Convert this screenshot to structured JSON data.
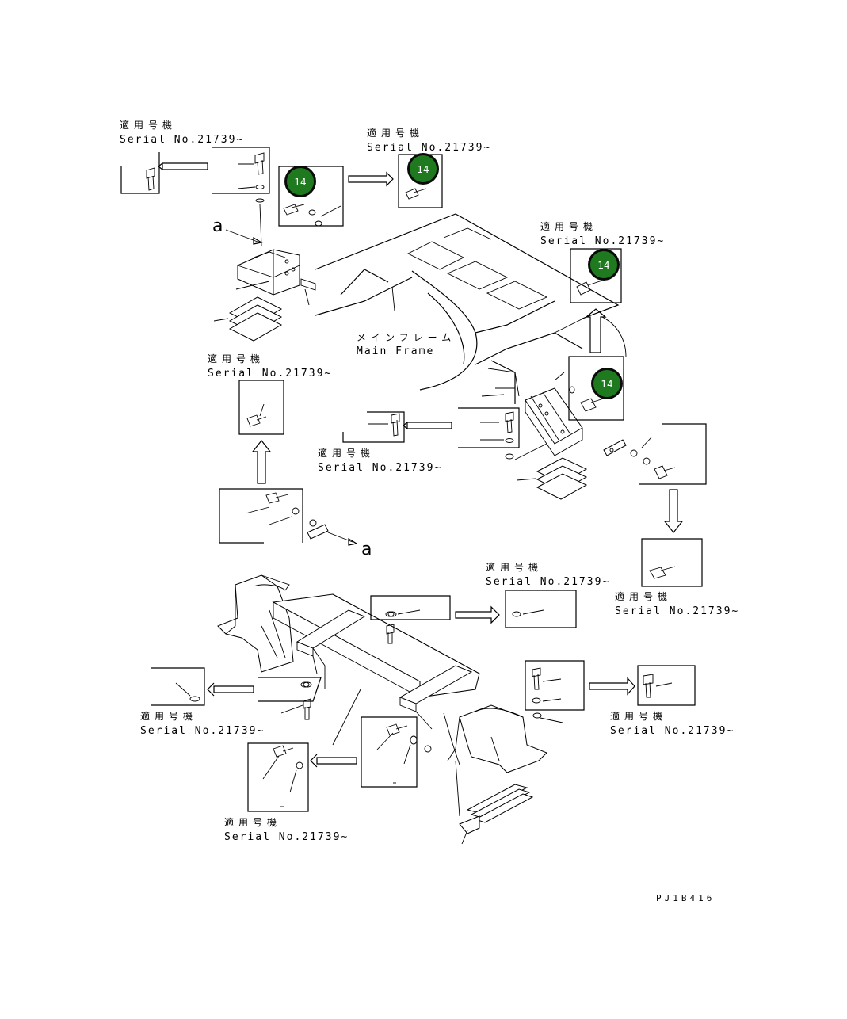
{
  "applicability_label_jp": "適用号機",
  "applicability_label_en": "Serial No.21739~",
  "main_frame_jp": "メインフレーム",
  "main_frame_en": "Main Frame",
  "ref_letter": "a",
  "drawing_code": "PJ1B416",
  "callouts": [
    {
      "label": "14"
    },
    {
      "label": "14"
    },
    {
      "label": "14"
    },
    {
      "label": "14"
    }
  ],
  "colors": {
    "callout_fill": "#1f7a1f",
    "callout_ring": "#0b0b0b",
    "line": "#000000",
    "background": "#ffffff"
  }
}
